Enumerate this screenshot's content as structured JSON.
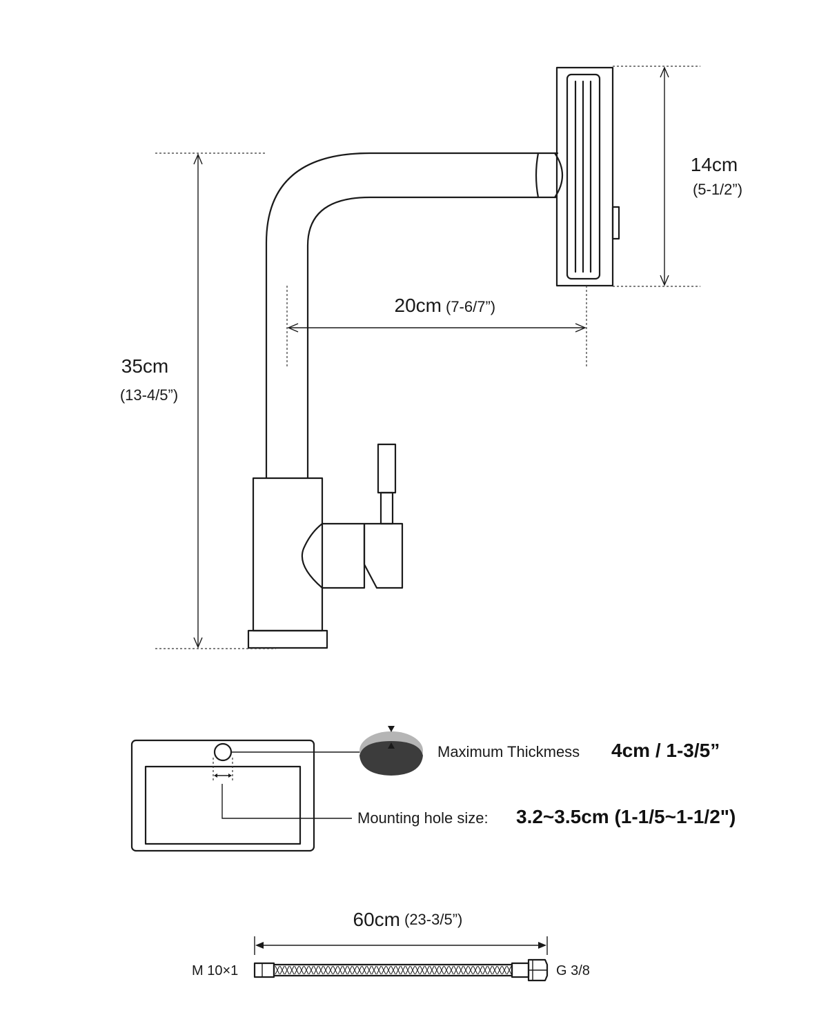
{
  "dimensions": {
    "height_total": {
      "metric": "35cm",
      "imperial": "(13-4/5”)"
    },
    "reach": {
      "metric": "20cm",
      "imperial": "(7-6/7”)"
    },
    "spray_head": {
      "metric": "14cm",
      "imperial": "(5-1/2”)"
    },
    "hose": {
      "metric": "60cm",
      "imperial": "(23-3/5”)"
    }
  },
  "installation": {
    "thickness": {
      "label": "Maximum Thickmess",
      "value": "4cm / 1-3/5”"
    },
    "hole": {
      "label": "Mounting hole size:",
      "value": "3.2~3.5cm (1-1/5~1-1/2\")"
    }
  },
  "hose_fittings": {
    "left": "M 10×1",
    "right": "G 3/8"
  },
  "colors": {
    "line": "#1a1a1a",
    "cross_section_light": "#b5b5b5",
    "cross_section_dark": "#3c3c3c"
  }
}
